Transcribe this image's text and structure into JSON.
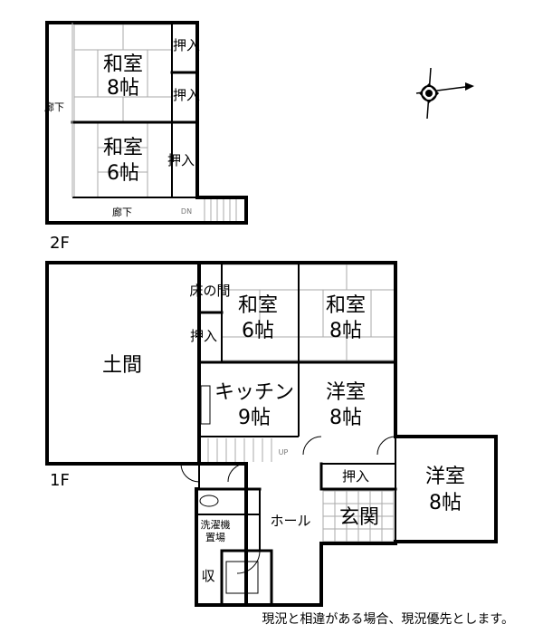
{
  "floor_2f": {
    "label": "2F",
    "rooms": {
      "washitsu8": {
        "name": "和室",
        "size": "8帖"
      },
      "washitsu6": {
        "name": "和室",
        "size": "6帖"
      },
      "oshiire1": "押入",
      "oshiire2": "押入",
      "oshiire3": "押入",
      "corridor_left": "廊下",
      "corridor_bottom": "廊下",
      "stairs_dn": "DN"
    }
  },
  "floor_1f": {
    "label": "1F",
    "rooms": {
      "doma": "土間",
      "tokonoma": "床の間",
      "washitsu6": {
        "name": "和室",
        "size": "6帖"
      },
      "washitsu8": {
        "name": "和室",
        "size": "8帖"
      },
      "oshiire_left": "押入",
      "kitchen": {
        "name": "キッチン",
        "size": "9帖"
      },
      "youshitsu_center": {
        "name": "洋室",
        "size": "8帖"
      },
      "youshitsu_right": {
        "name": "洋室",
        "size": "8帖"
      },
      "stairs_up": "UP",
      "hall": "ホール",
      "oshiire_right": "押入",
      "genkan": "玄関",
      "laundry_line1": "洗濯機",
      "laundry_line2": "置場",
      "storage": "収"
    }
  },
  "note": "現況と相違がある場合、現況優先とします。"
}
